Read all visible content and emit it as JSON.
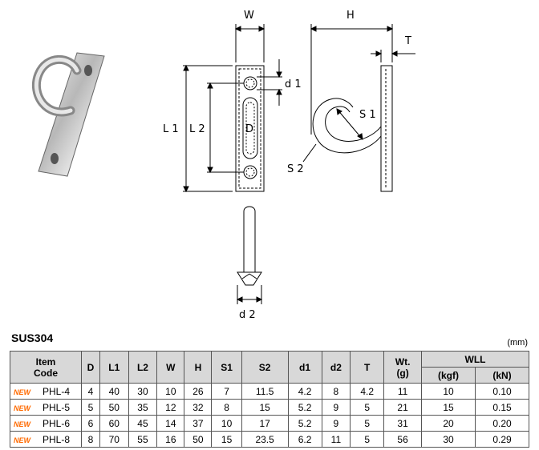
{
  "drawing_labels": {
    "W": "W",
    "H": "H",
    "T": "T",
    "L1": "L 1",
    "L2": "L 2",
    "D": "D",
    "d1": "d 1",
    "S1": "S 1",
    "S2": "S 2",
    "d2": "d 2"
  },
  "material": "SUS304",
  "unit": "(mm)",
  "table": {
    "headers": {
      "item_line1": "Item",
      "item_line2": "Code",
      "D": "D",
      "L1": "L1",
      "L2": "L2",
      "W": "W",
      "H": "H",
      "S1": "S1",
      "S2": "S2",
      "d1": "d1",
      "d2": "d2",
      "T": "T",
      "wt_line1": "Wt.",
      "wt_line2": "(g)",
      "wll": "WLL",
      "kgf": "(kgf)",
      "kN": "(kN)"
    },
    "rows": [
      {
        "badge": "NEW",
        "code": "PHL-4",
        "D": "4",
        "L1": "40",
        "L2": "30",
        "W": "10",
        "H": "26",
        "S1": "7",
        "S2": "11.5",
        "d1": "4.2",
        "d2": "8",
        "T": "4.2",
        "Wt": "11",
        "kgf": "10",
        "kN": "0.10"
      },
      {
        "badge": "NEW",
        "code": "PHL-5",
        "D": "5",
        "L1": "50",
        "L2": "35",
        "W": "12",
        "H": "32",
        "S1": "8",
        "S2": "15",
        "d1": "5.2",
        "d2": "9",
        "T": "5",
        "Wt": "21",
        "kgf": "15",
        "kN": "0.15"
      },
      {
        "badge": "NEW",
        "code": "PHL-6",
        "D": "6",
        "L1": "60",
        "L2": "45",
        "W": "14",
        "H": "37",
        "S1": "10",
        "S2": "17",
        "d1": "5.2",
        "d2": "9",
        "T": "5",
        "Wt": "31",
        "kgf": "20",
        "kN": "0.20"
      },
      {
        "badge": "NEW",
        "code": "PHL-8",
        "D": "8",
        "L1": "70",
        "L2": "55",
        "W": "16",
        "H": "50",
        "S1": "15",
        "S2": "23.5",
        "d1": "6.2",
        "d2": "11",
        "T": "5",
        "Wt": "56",
        "kgf": "30",
        "kN": "0.29"
      }
    ]
  }
}
